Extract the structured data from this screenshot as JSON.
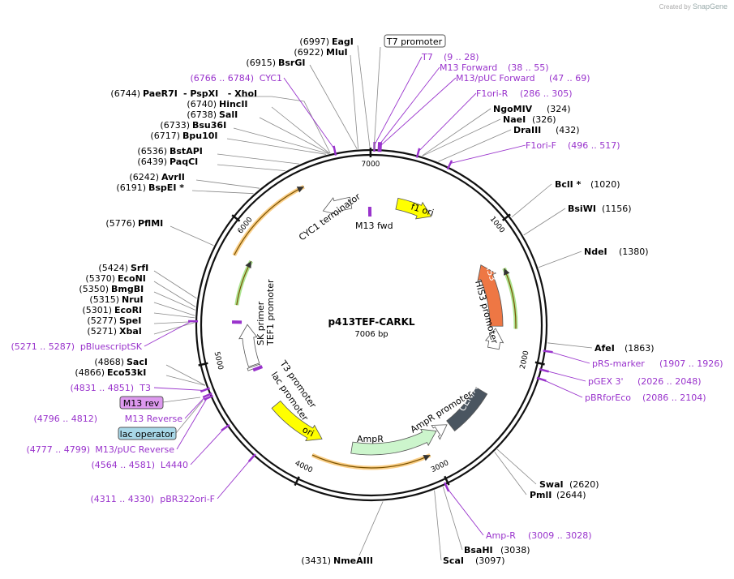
{
  "header": {
    "credit_prefix": "Created by",
    "credit_brand": "SnapGene"
  },
  "map": {
    "name": "p413TEF-CARKL",
    "size_label": "7006 bp",
    "total_bp": 7006,
    "ring_ticks": [
      {
        "label": "1000",
        "pos": 1000
      },
      {
        "label": "2000",
        "pos": 2000
      },
      {
        "label": "3000",
        "pos": 3000
      },
      {
        "label": "4000",
        "pos": 4000
      },
      {
        "label": "5000",
        "pos": 5000
      },
      {
        "label": "6000",
        "pos": 6000
      },
      {
        "label": "7000",
        "pos": 7000
      }
    ]
  },
  "enzymes": [
    {
      "name": "EagI",
      "pos": 6997,
      "star": false,
      "pos_label": "(6997)"
    },
    {
      "name": "MluI",
      "pos": 6922,
      "star": false,
      "pos_label": "(6922)"
    },
    {
      "name": "BsrGI",
      "pos": 6915,
      "star": false,
      "pos_label": "(6915)"
    },
    {
      "name": "PaeR7I",
      "pos": 6744,
      "star": false,
      "pos_label": "(6744)",
      "extra": "- PspXI   - XhoI"
    },
    {
      "name": "HincII",
      "pos": 6740,
      "star": false,
      "pos_label": "(6740)"
    },
    {
      "name": "SalI",
      "pos": 6738,
      "star": false,
      "pos_label": "(6738)"
    },
    {
      "name": "Bsu36I",
      "pos": 6733,
      "star": false,
      "pos_label": "(6733)"
    },
    {
      "name": "Bpu10I",
      "pos": 6717,
      "star": false,
      "pos_label": "(6717)"
    },
    {
      "name": "BstAPI",
      "pos": 6536,
      "star": false,
      "pos_label": "(6536)"
    },
    {
      "name": "PaqCI",
      "pos": 6439,
      "star": false,
      "pos_label": "(6439)"
    },
    {
      "name": "AvrII",
      "pos": 6242,
      "star": false,
      "pos_label": "(6242)"
    },
    {
      "name": "BspEI *",
      "pos": 6191,
      "star": true,
      "pos_label": "(6191)"
    },
    {
      "name": "PflMI",
      "pos": 5776,
      "star": false,
      "pos_label": "(5776)"
    },
    {
      "name": "SrfI",
      "pos": 5424,
      "star": false,
      "pos_label": "(5424)"
    },
    {
      "name": "EcoNI",
      "pos": 5370,
      "star": false,
      "pos_label": "(5370)"
    },
    {
      "name": "BmgBI",
      "pos": 5350,
      "star": false,
      "pos_label": "(5350)"
    },
    {
      "name": "NruI",
      "pos": 5315,
      "star": false,
      "pos_label": "(5315)"
    },
    {
      "name": "EcoRI",
      "pos": 5301,
      "star": false,
      "pos_label": "(5301)"
    },
    {
      "name": "SpeI",
      "pos": 5277,
      "star": false,
      "pos_label": "(5277)"
    },
    {
      "name": "XbaI",
      "pos": 5271,
      "star": false,
      "pos_label": "(5271)"
    },
    {
      "name": "SacI",
      "pos": 4868,
      "star": false,
      "pos_label": "(4868)"
    },
    {
      "name": "Eco53kI",
      "pos": 4866,
      "star": false,
      "pos_label": "(4866)"
    },
    {
      "name": "NmeAIII",
      "pos": 3431,
      "star": false,
      "pos_label": "(3431)"
    },
    {
      "name": "NgoMIV",
      "pos": 324,
      "star": false,
      "pos_label": "(324)"
    },
    {
      "name": "NaeI",
      "pos": 326,
      "star": false,
      "pos_label": "(326)"
    },
    {
      "name": "DraIII",
      "pos": 432,
      "star": false,
      "pos_label": "(432)"
    },
    {
      "name": "BclI *",
      "pos": 1020,
      "star": true,
      "pos_label": "(1020)"
    },
    {
      "name": "BsiWI",
      "pos": 1156,
      "star": false,
      "pos_label": "(1156)"
    },
    {
      "name": "NdeI",
      "pos": 1380,
      "star": false,
      "pos_label": "(1380)"
    },
    {
      "name": "AfeI",
      "pos": 1863,
      "star": false,
      "pos_label": "(1863)"
    },
    {
      "name": "SwaI",
      "pos": 2620,
      "star": false,
      "pos_label": "(2620)"
    },
    {
      "name": "PmlI",
      "pos": 2644,
      "star": false,
      "pos_label": "(2644)"
    },
    {
      "name": "BsaHI",
      "pos": 3038,
      "star": false,
      "pos_label": "(3038)"
    },
    {
      "name": "ScaI",
      "pos": 3097,
      "star": false,
      "pos_label": "(3097)"
    }
  ],
  "primers": [
    {
      "name": "T7",
      "range": "(9 .. 28)"
    },
    {
      "name": "M13 Forward",
      "range": "(38 .. 55)"
    },
    {
      "name": "M13/pUC Forward",
      "range": "(47 .. 69)"
    },
    {
      "name": "F1ori-R",
      "range": "(286 .. 305)"
    },
    {
      "name": "F1ori-F",
      "range": "(496 .. 517)"
    },
    {
      "name": "CYC1",
      "range": "(6766 .. 6784)"
    },
    {
      "name": "pRS-marker",
      "range": "(1907 .. 1926)"
    },
    {
      "name": "pGEX 3'",
      "range": "(2026 .. 2048)"
    },
    {
      "name": "pBRforEco",
      "range": "(2086 .. 2104)"
    },
    {
      "name": "Amp-R",
      "range": "(3009 .. 3028)"
    },
    {
      "name": "pBluescriptSK",
      "range": "(5271 .. 5287)"
    },
    {
      "name": "T3",
      "range": "(4831 .. 4851)"
    },
    {
      "name": "M13 Reverse",
      "range": "(4796 .. 4812)"
    },
    {
      "name": "M13/pUC Reverse",
      "range": "(4777 .. 4799)"
    },
    {
      "name": "L4440",
      "range": "(4564 .. 4581)"
    },
    {
      "name": "pBR322ori-F",
      "range": "(4311 .. 4330)"
    }
  ],
  "boxed_labels": {
    "t7_promoter": "T7 promoter",
    "m13_rev": "M13 rev",
    "lac_operator": "lac operator"
  },
  "features": {
    "f1_ori": "f1 ori",
    "his3": "HIS3",
    "his3_promoter": "HIS3 promoter",
    "cen_ars": "CEN/ARS",
    "ampr_promoter": "AmpR promoter",
    "ampr": "AmpR",
    "ori": "ori",
    "t3_promoter": "T3 promoter",
    "lac_promoter": "lac promoter",
    "sk_primer": "SK primer",
    "tef1_promoter": "TEF1 promoter",
    "cyc1_terminator": "CYC1 terminator",
    "m13_fwd": "M13 fwd"
  },
  "colors": {
    "primer": "#9933cc",
    "f1_ori": "#ffff00",
    "his3": "#ee7744",
    "cen_ars": "#4a5560",
    "ampr": "#ccf5cc",
    "orf_orange": "#f5a623",
    "orf_green": "#66cc33",
    "lac_operator_fill": "#a8d8e8",
    "m13_rev_fill": "#dd99ee"
  }
}
